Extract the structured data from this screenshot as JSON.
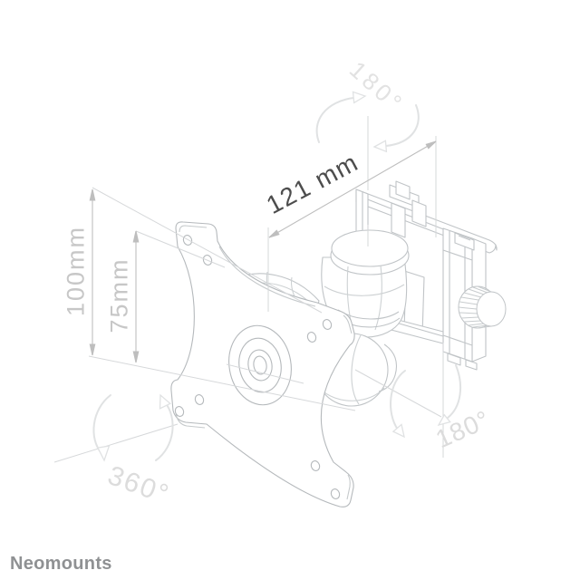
{
  "figure": {
    "annotations": {
      "width_mm": {
        "text": "121 mm"
      },
      "vesa_height_outer": {
        "text": "100mm"
      },
      "vesa_height_inner": {
        "text": "75mm"
      },
      "swivel_top": {
        "text": "180°"
      },
      "tilt_bottom": {
        "text": "180°"
      },
      "rotate_plate": {
        "text": "360°"
      }
    }
  },
  "brand": {
    "logo_text": "Neomounts"
  },
  "colors": {
    "background": "#ffffff",
    "product_line": "#c0c4c7",
    "plate_line": "#b5b9bc",
    "construction_line": "#d6d8da",
    "dimension_line": "#bebebe",
    "dim_text_dark": "#4d4d4d",
    "dim_text_light": "#c7c7c7",
    "rotation_text_faint": "#dcdcdc",
    "brand_text": "#8f9193"
  }
}
